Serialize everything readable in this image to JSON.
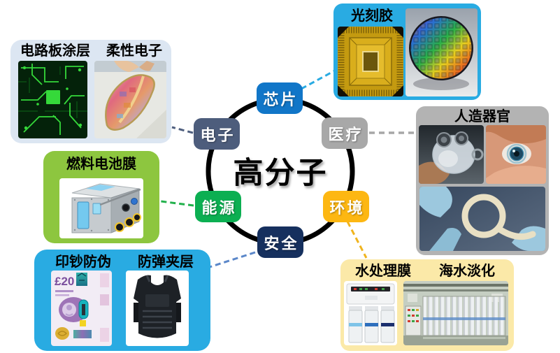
{
  "center": {
    "label": "高分子"
  },
  "nodes": {
    "chip": {
      "label": "芯片",
      "color": "#1176c8"
    },
    "medical": {
      "label": "医疗",
      "color": "#a8a8a8"
    },
    "environment": {
      "label": "环境",
      "color": "#fdb712"
    },
    "security": {
      "label": "安全",
      "color": "#16305e"
    },
    "energy": {
      "label": "能源",
      "color": "#0caf52"
    },
    "electronics": {
      "label": "电子",
      "color": "#4d5d7c"
    }
  },
  "boxes": {
    "electronics_apps": {
      "titles": {
        "left": "电路板涂层",
        "right": "柔性电子"
      },
      "bg": "#dce6f2"
    },
    "photoresist": {
      "title": "光刻胶",
      "bg": "#29abe2"
    },
    "organs": {
      "title": "人造器官",
      "bg": "#b3b3b3"
    },
    "water": {
      "titles": {
        "left": "水处理膜",
        "right": "海水淡化"
      },
      "bg": "#fbe9a8"
    },
    "security_apps": {
      "titles": {
        "left": "印钞防伪",
        "right": "防弹夹层"
      },
      "bg": "#29abe2"
    },
    "fuel_cell": {
      "title": "燃料电池膜",
      "bg": "#8dc63f"
    }
  },
  "images": {
    "banknote_value": "£20"
  },
  "connector_colors": {
    "chip": "#29abe2",
    "medical": "#a7a7a7",
    "environment": "#f0b41e",
    "security": "#5b87c9",
    "energy": "#22b14c",
    "electronics": "#4e5e7e"
  },
  "ring_color": "#000000"
}
